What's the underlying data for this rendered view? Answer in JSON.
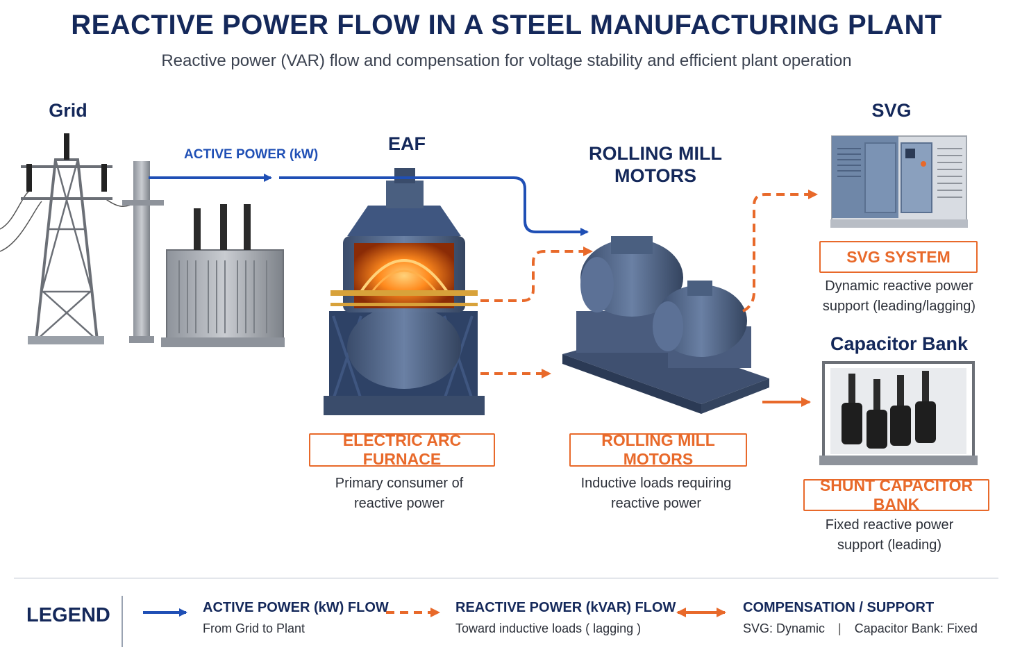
{
  "header": {
    "title": "REACTIVE POWER FLOW IN A STEEL MANUFACTURING PLANT",
    "subtitle": "Reactive power (VAR) flow and compensation for voltage stability and efficient plant operation"
  },
  "nodes": {
    "grid": {
      "label": "Grid"
    },
    "eaf": {
      "label": "EAF",
      "box_label": "ELECTRIC ARC FURNACE",
      "description_line1": "Primary consumer of",
      "description_line2": "reactive power"
    },
    "rolling_mill": {
      "label_line1": "ROLLING MILL",
      "label_line2": "MOTORS",
      "box_label": "ROLLING MILL MOTORS",
      "description_line1": "Inductive loads requiring",
      "description_line2": "reactive power"
    },
    "svg": {
      "label": "SVG",
      "box_label": "SVG SYSTEM",
      "description_line1": "Dynamic reactive power",
      "description_line2": "support (leading/lagging)"
    },
    "capacitor_bank": {
      "label": "Capacitor Bank",
      "box_label": "SHUNT CAPACITOR BANK",
      "description_line1": "Fixed reactive power",
      "description_line2": "support (leading)"
    }
  },
  "flows": {
    "active_power_label": "ACTIVE POWER (kW)"
  },
  "legend": {
    "title": "LEGEND",
    "items": [
      {
        "heading": "ACTIVE POWER (kW) FLOW",
        "sub": "From Grid to Plant",
        "style": "solid-blue"
      },
      {
        "heading": "REACTIVE POWER (kVAR) FLOW",
        "sub": "Toward inductive loads ( lagging )",
        "style": "dashed-orange"
      },
      {
        "heading": "COMPENSATION / SUPPORT",
        "sub_a": "SVG: Dynamic",
        "sub_b": "Capacitor Bank: Fixed",
        "style": "double-orange"
      }
    ]
  },
  "colors": {
    "navy": "#14285a",
    "active_blue": "#1f4fb5",
    "reactive_orange": "#e8692a",
    "equipment_steel": "#4a5f80",
    "furnace_glow": "#ff8a1e"
  }
}
